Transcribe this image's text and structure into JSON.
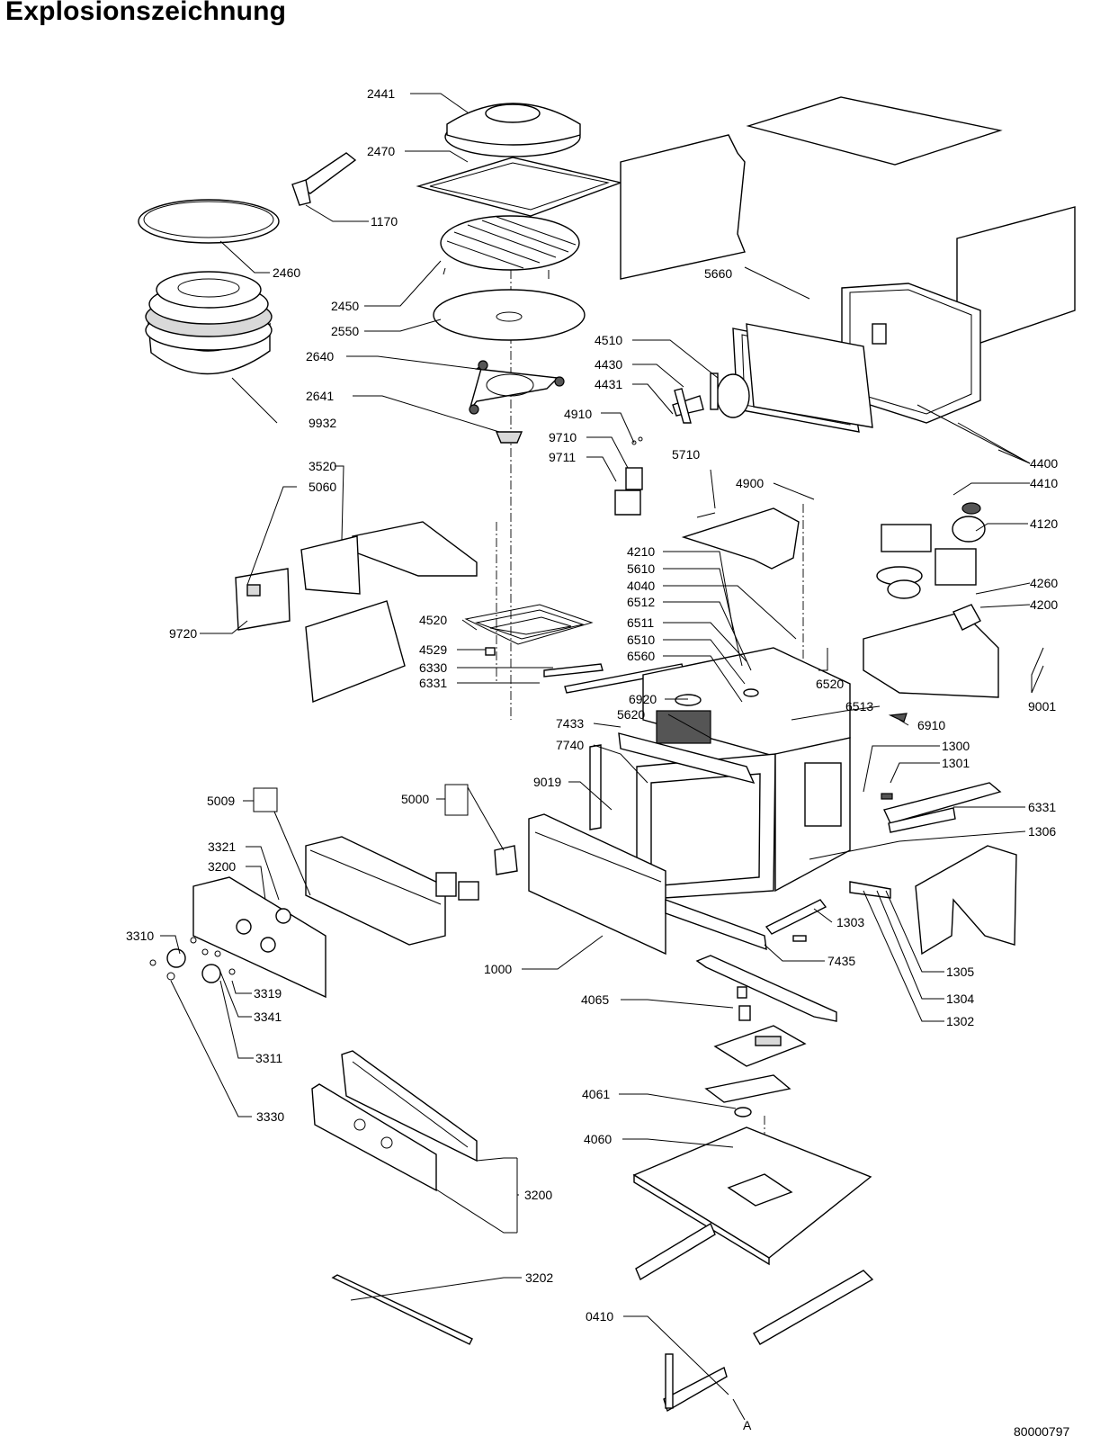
{
  "title": "Explosionszeichnung",
  "document_number": "80000797",
  "marker": "A",
  "parts": {
    "p2441": "2441",
    "p2470": "2470",
    "p1170": "1170",
    "p2460": "2460",
    "p2450": "2450",
    "p2550": "2550",
    "p2640": "2640",
    "p2641": "2641",
    "p9932": "9932",
    "p5660": "5660",
    "p4510": "4510",
    "p4430": "4430",
    "p4431": "4431",
    "p4910": "4910",
    "p9710": "9710",
    "p9711": "9711",
    "p5710": "5710",
    "p4900": "4900",
    "p4400": "4400",
    "p4410": "4410",
    "p4120": "4120",
    "p3520": "3520",
    "p5060": "5060",
    "p9720": "9720",
    "p4210": "4210",
    "p5610": "5610",
    "p4040": "4040",
    "p6512": "6512",
    "p6511": "6511",
    "p6510": "6510",
    "p6560": "6560",
    "p4520": "4520",
    "p4529": "4529",
    "p6330": "6330",
    "p6331a": "6331",
    "p4260": "4260",
    "p4200": "4200",
    "p6520": "6520",
    "p6513": "6513",
    "p9001": "9001",
    "p6920": "6920",
    "p5620": "5620",
    "p6910": "6910",
    "p7433": "7433",
    "p7740": "7740",
    "p1300": "1300",
    "p1301": "1301",
    "p9019": "9019",
    "p6331b": "6331",
    "p5009": "5009",
    "p5000": "5000",
    "p1306": "1306",
    "p3321": "3321",
    "p3200a": "3200",
    "p3310": "3310",
    "p1303": "1303",
    "p1000": "1000",
    "p7435": "7435",
    "p1305": "1305",
    "p3319": "3319",
    "p4065": "4065",
    "p1304": "1304",
    "p3341": "3341",
    "p1302": "1302",
    "p3311": "3311",
    "p4061": "4061",
    "p3330": "3330",
    "p4060": "4060",
    "p3200b": "3200",
    "p3202": "3202",
    "p0410": "0410"
  }
}
